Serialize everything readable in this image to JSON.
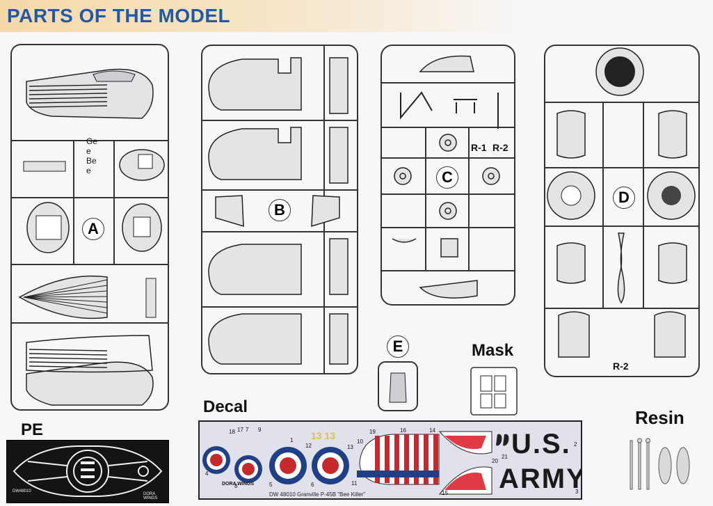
{
  "header": {
    "title": "PARTS OF THE MODEL"
  },
  "sprues": {
    "a": {
      "letter": "A",
      "tag": "Gee Bee"
    },
    "b": {
      "letter": "B"
    },
    "c": {
      "letter": "C",
      "r1": "R-1",
      "r2": "R-2"
    },
    "d": {
      "letter": "D",
      "r2": "R-2"
    },
    "e": {
      "letter": "E"
    }
  },
  "labels": {
    "mask": "Mask",
    "decal": "Decal",
    "pe": "PE",
    "resin": "Resin"
  },
  "decal": {
    "numbers": [
      "18",
      "17",
      "7",
      "9",
      "1",
      "12",
      "13",
      "10",
      "19",
      "16",
      "14",
      "2",
      "4",
      "8",
      "5",
      "6",
      "11",
      "20",
      "21",
      "3",
      "15"
    ],
    "us": "U.S.",
    "army": "ARMY",
    "yellow_nums": "13 13",
    "caption": "DW 48010 Granville P-45B \"Bee Killer\"",
    "brand": "DORA WINGS",
    "colors": {
      "roundel_blue": "#1f3f86",
      "roundel_red": "#c6282c",
      "stripe_red": "#d2232a",
      "shark_red": "#e03a44"
    }
  },
  "pe": {
    "brand": "DORA WINGS",
    "code": "DW48010"
  }
}
